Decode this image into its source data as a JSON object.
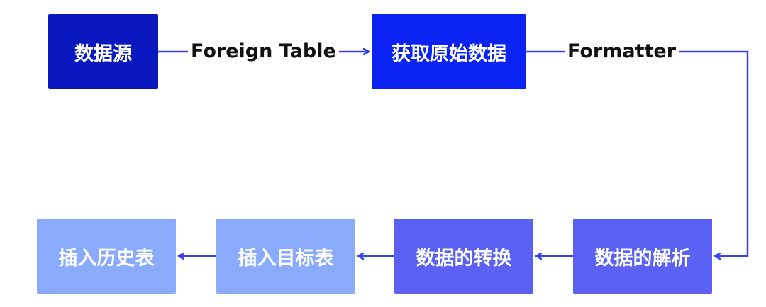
{
  "nodes": {
    "source": {
      "label": "数据源",
      "color": "#0a18c0"
    },
    "fetch": {
      "label": "获取原始数据",
      "color": "#0a23f2"
    },
    "parse": {
      "label": "数据的解析",
      "color": "#5a61f3"
    },
    "convert": {
      "label": "数据的转换",
      "color": "#5a61f3"
    },
    "target": {
      "label": "插入目标表",
      "color": "#8aabfb"
    },
    "history": {
      "label": "插入历史表",
      "color": "#8aabfb"
    }
  },
  "edges": {
    "source_to_fetch": {
      "label": "Foreign Table"
    },
    "fetch_to_parse": {
      "label": "Formatter"
    },
    "parse_to_convert": {
      "label": ""
    },
    "convert_to_target": {
      "label": ""
    },
    "target_to_history": {
      "label": ""
    }
  },
  "colors": {
    "connector": "#3344ee"
  }
}
